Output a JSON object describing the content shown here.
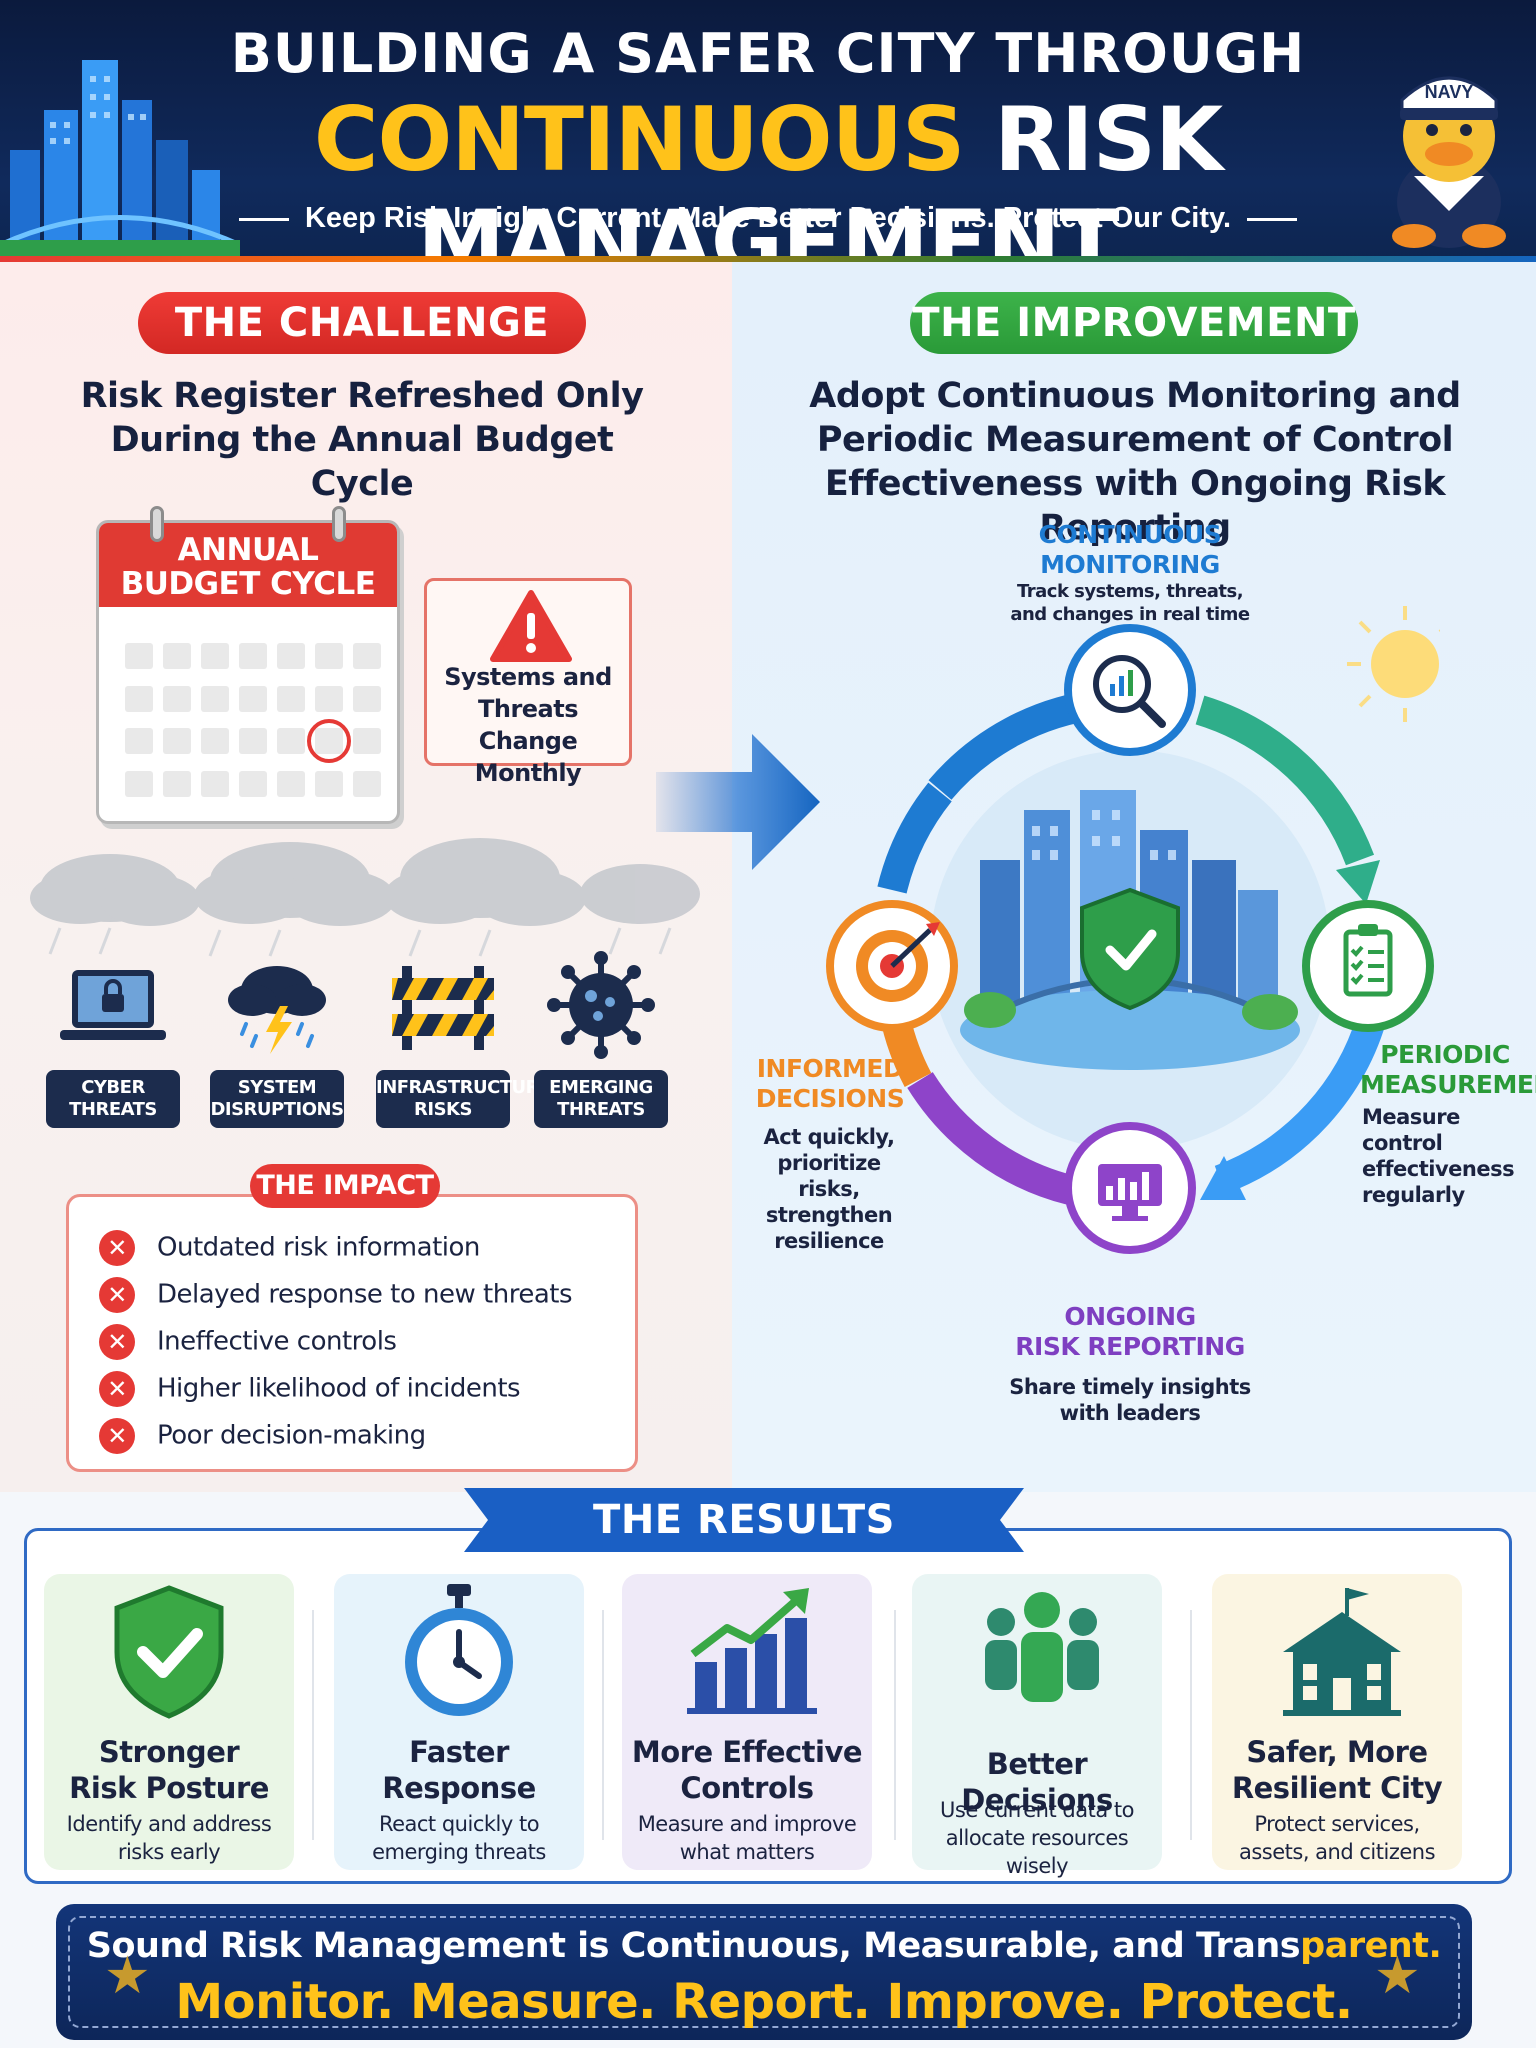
{
  "header": {
    "title_line1": "BUILDING A SAFER CITY THROUGH",
    "title_word1": "CONTINUOUS",
    "title_word2": "RISK MANAGEMENT",
    "tagline": "Keep Risk Insight Current. Make Better Decisions. Protect Our City.",
    "mascot_cap": "NAVY"
  },
  "challenge": {
    "pill": "THE CHALLENGE",
    "subtitle_line1": "Risk Register Refreshed Only",
    "subtitle_line2": "During the Annual Budget Cycle",
    "calendar_line1": "ANNUAL",
    "calendar_line2": "BUDGET CYCLE",
    "warning_line1": "Systems and",
    "warning_line2": "Threats Change",
    "warning_line3": "Monthly",
    "threats": [
      {
        "line1": "CYBER",
        "line2": "THREATS",
        "icon": "laptop-lock-icon"
      },
      {
        "line1": "SYSTEM",
        "line2": "DISRUPTIONS",
        "icon": "storm-cloud-icon"
      },
      {
        "line1": "INFRASTRUCTURE",
        "line2": "RISKS",
        "icon": "barrier-icon"
      },
      {
        "line1": "EMERGING",
        "line2": "THREATS",
        "icon": "virus-icon"
      }
    ]
  },
  "impact": {
    "pill": "THE IMPACT",
    "items": [
      "Outdated risk information",
      "Delayed response to new threats",
      "Ineffective controls",
      "Higher likelihood of incidents",
      "Poor decision-making"
    ]
  },
  "improvement": {
    "pill": "THE IMPROVEMENT",
    "subtitle_line1": "Adopt Continuous Monitoring and",
    "subtitle_line2": "Periodic Measurement of Control",
    "subtitle_line3": "Effectiveness with Ongoing Risk Reporting",
    "monitoring": {
      "title1": "CONTINUOUS",
      "title2": "MONITORING",
      "desc1": "Track systems, threats,",
      "desc2": "and changes in real time"
    },
    "measurement": {
      "title1": "PERIODIC",
      "title2": "MEASUREMENT",
      "desc1": "Measure control",
      "desc2": "effectiveness",
      "desc3": "regularly"
    },
    "reporting": {
      "title1": "ONGOING",
      "title2": "RISK REPORTING",
      "desc1": "Share timely insights",
      "desc2": "with leaders"
    },
    "decisions": {
      "title1": "INFORMED",
      "title2": "DECISIONS",
      "desc1": "Act quickly,",
      "desc2": "prioritize risks,",
      "desc3": "strengthen",
      "desc4": "resilience"
    }
  },
  "results": {
    "title": "THE RESULTS",
    "cards": [
      {
        "title1": "Stronger",
        "title2": "Risk Posture",
        "desc1": "Identify and address",
        "desc2": "risks early"
      },
      {
        "title1": "Faster",
        "title2": "Response",
        "desc1": "React quickly to",
        "desc2": "emerging threats"
      },
      {
        "title1": "More Effective",
        "title2": "Controls",
        "desc1": "Measure and improve",
        "desc2": "what matters"
      },
      {
        "title1": "Better Decisions",
        "title2": "",
        "desc1": "Use current data to",
        "desc2": "allocate resources wisely"
      },
      {
        "title1": "Safer, More",
        "title2": "Resilient City",
        "desc1": "Protect services,",
        "desc2": "assets, and citizens"
      }
    ]
  },
  "footer": {
    "line1_main": "Sound Risk Management is Continuous, Measurable, and Trans",
    "line1_accent": "parent.",
    "line2": "Monitor. Measure. Report. Improve. Protect."
  },
  "colors": {
    "navy": "#0b1a3d",
    "gold": "#ffc21a",
    "red": "#e53935",
    "green": "#2a9a38",
    "blue": "#1e7bd2",
    "purple": "#7e3fc1",
    "orange": "#f08a24"
  }
}
